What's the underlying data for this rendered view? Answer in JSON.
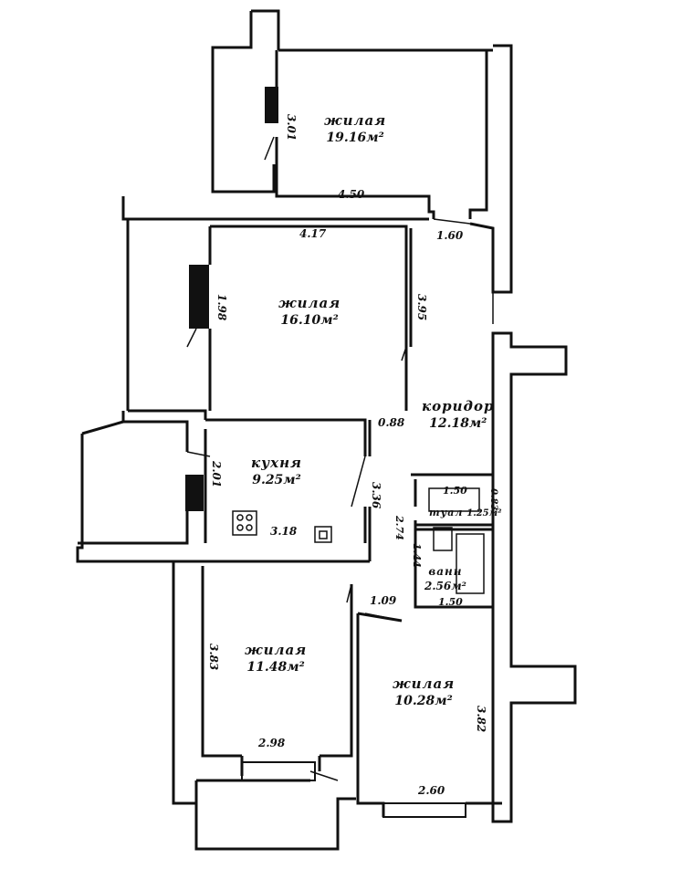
{
  "rooms": [
    {
      "name": "жилая",
      "area": "19.16м²"
    },
    {
      "name": "жилая",
      "area": "16.10м²"
    },
    {
      "name": "кухня",
      "area": "9.25м²"
    },
    {
      "name": "коридор",
      "area": "12.18м²"
    },
    {
      "name": "туал",
      "area": "1.25м²"
    },
    {
      "name": "ванн",
      "area": "2.56м²"
    },
    {
      "name": "жилая",
      "area": "11.48м²"
    },
    {
      "name": "жилая",
      "area": "10.28м²"
    }
  ],
  "dimensions": {
    "room1_side": "3.01",
    "room1_width": "4.50",
    "room2_width": "4.17",
    "door_corridor": "1.60",
    "room2_side": "1.98",
    "room2_depth": "3.95",
    "kitchen_door": "0.88",
    "kitchen_side": "2.01",
    "kitchen_depth": "3.36",
    "kitchen_width": "3.18",
    "wc_width": "1.50",
    "wc_depth": "0.83",
    "bath_side_a": "2.74",
    "bath_side_b": "1.44",
    "bath_width": "1.50",
    "door_bedroom": "1.09",
    "room3_side": "3.83",
    "room3_width": "2.98",
    "room4_depth": "3.82",
    "room4_width": "2.60"
  }
}
